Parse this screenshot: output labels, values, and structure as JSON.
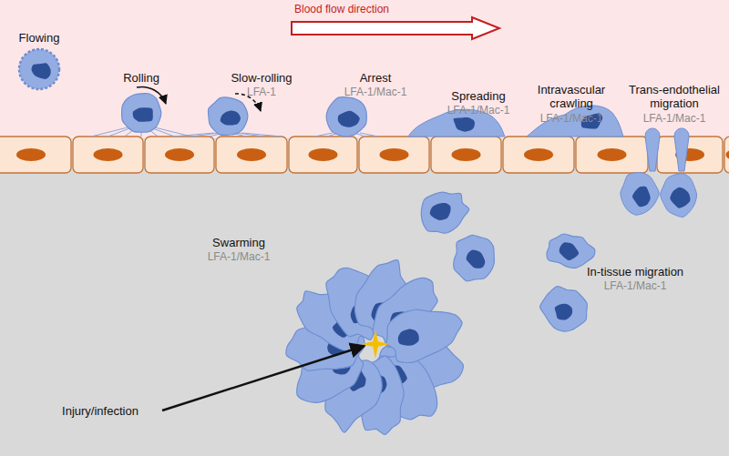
{
  "diagram": {
    "labels": [
      "Blood flow direction",
      "Flowing",
      "Rolling",
      "Slow-rolling",
      "LFA-1",
      "Arrest",
      "LFA-1/Mac-1",
      "Spreading",
      "LFA-1/Mac-1",
      "Intravascular crawling",
      "LFA-1/Mac-1",
      "Trans-endothelial migration",
      "LFA-1/Mac-1",
      "Swarming",
      "LFA-1/Mac-1",
      "In-tissue migration",
      "LFA-1/Mac-1",
      "Injury/infection"
    ]
  }
}
